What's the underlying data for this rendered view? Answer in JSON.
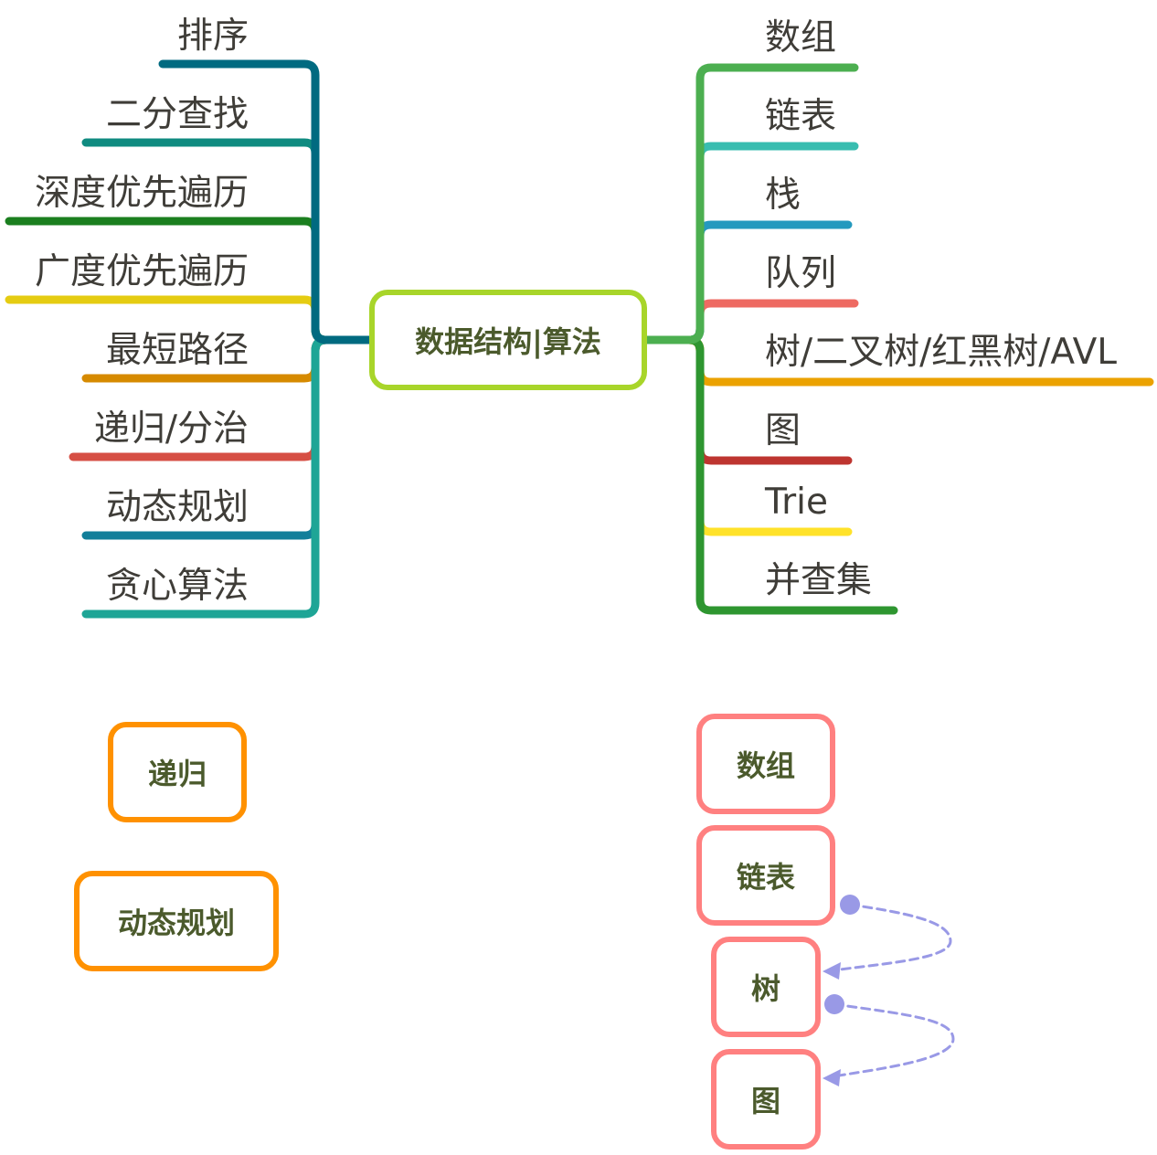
{
  "root": {
    "label": "数据结构|算法",
    "color": "#a8d52a"
  },
  "left_branches": [
    {
      "label": "排序",
      "color": "#006a80"
    },
    {
      "label": "二分查找",
      "color": "#0f8b80"
    },
    {
      "label": "深度优先遍历",
      "color": "#1b7f1f"
    },
    {
      "label": "广度优先遍历",
      "color": "#e5cc12"
    },
    {
      "label": "最短路径",
      "color": "#d68a00"
    },
    {
      "label": "递归/分治",
      "color": "#d64f44"
    },
    {
      "label": "动态规划",
      "color": "#127f9a"
    },
    {
      "label": "贪心算法",
      "color": "#1ea596"
    }
  ],
  "right_branches": [
    {
      "label": "数组",
      "color": "#4caf50"
    },
    {
      "label": "链表",
      "color": "#38bdb0"
    },
    {
      "label": "栈",
      "color": "#2499be"
    },
    {
      "label": "队列",
      "color": "#ee6a62"
    },
    {
      "label": "树/二叉树/红黑树/AVL",
      "color": "#eba200"
    },
    {
      "label": "图",
      "color": "#be3530"
    },
    {
      "label": "Trie",
      "color": "#ffe22a"
    },
    {
      "label": "并查集",
      "color": "#2e9630"
    }
  ],
  "floating_topics": [
    {
      "label": "递归",
      "color": "#ff9100"
    },
    {
      "label": "动态规划",
      "color": "#ff9100"
    },
    {
      "label": "数组",
      "color": "#ff8080"
    },
    {
      "label": "链表",
      "color": "#ff8080"
    },
    {
      "label": "树",
      "color": "#ff8080"
    },
    {
      "label": "图",
      "color": "#ff8080"
    }
  ],
  "relationship_color": "#9999e6"
}
